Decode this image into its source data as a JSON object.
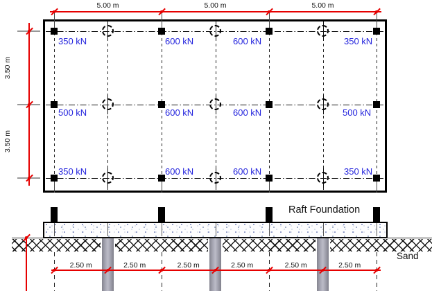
{
  "plan": {
    "top_dimensions": [
      "5.00 m",
      "5.00 m",
      "5.00 m"
    ],
    "left_dimensions": [
      "3.50 m",
      "3.50 m"
    ],
    "loads": [
      [
        "350 kN",
        "600 kN",
        "600 kN",
        "350 kN"
      ],
      [
        "500 kN",
        "600 kN",
        "600 kN",
        "500 kN"
      ],
      [
        "350 kN",
        "600 kN",
        "600 kN",
        "350 kN"
      ]
    ]
  },
  "section": {
    "raft_label": "Raft Foundation",
    "soil_label": "Sand",
    "bottom_dimensions": [
      "2.50 m",
      "2.50 m",
      "2.50 m",
      "2.50 m",
      "2.50 m",
      "2.50 m"
    ]
  },
  "colors": {
    "dimension_red": "#e60000",
    "load_blue": "#2424dd",
    "line_black": "#000000",
    "pile_gray": "#a2a2b0"
  }
}
